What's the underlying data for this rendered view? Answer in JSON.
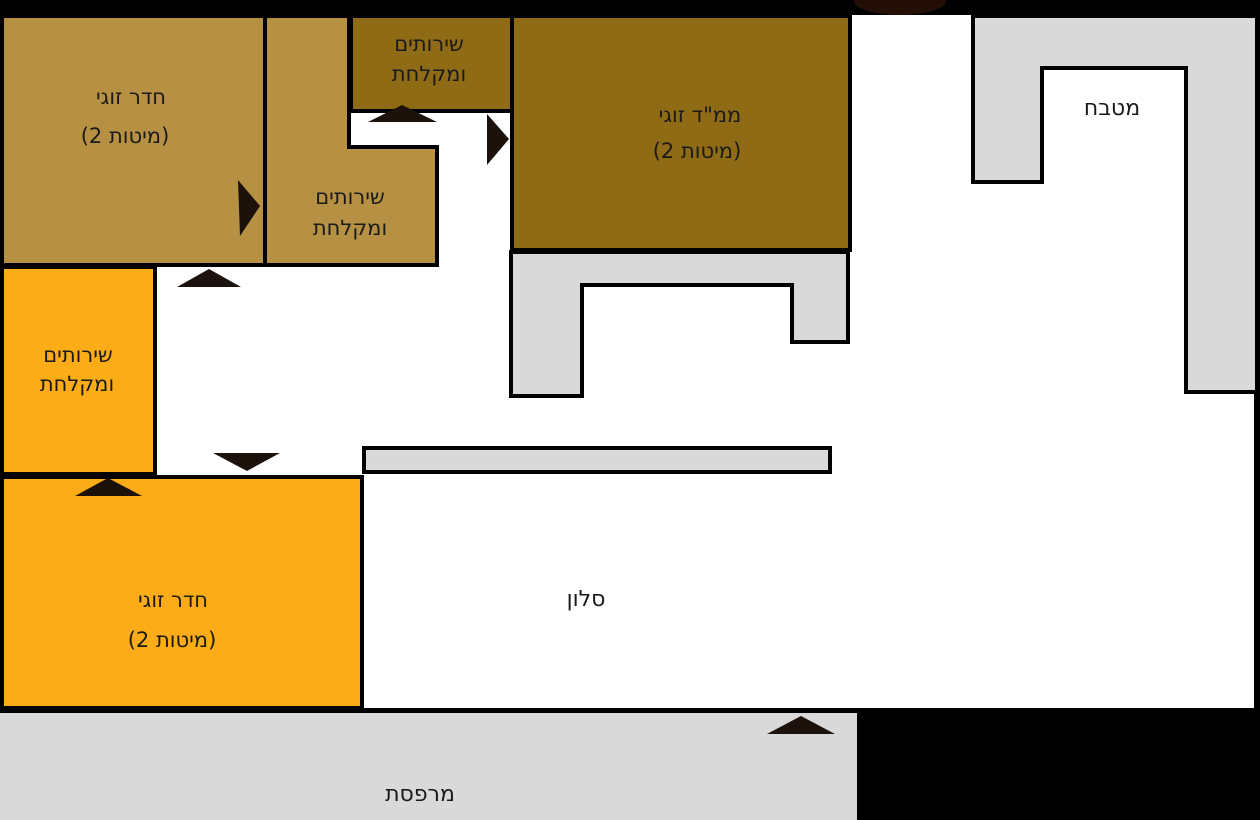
{
  "title": "apartment floor plan",
  "colors": {
    "wall": "#000000",
    "door": "#1d120b",
    "tan": "#b69144",
    "brown": "#8f6b16",
    "orange": "#fcac16",
    "gray": "#d9d9d9",
    "floor": "#ffffff",
    "label": "#1a1a1a"
  },
  "rooms": {
    "bedroom_top": {
      "line1": "חדר זוגי",
      "line2": "(2 מיטות)"
    },
    "shower_middle": {
      "line1": "שירותים",
      "line2": "ומקלחת"
    },
    "shower_top": {
      "line1": "שירותים",
      "line2": "ומקלחת"
    },
    "mamad": {
      "line1": "ממ\"ד זוגי",
      "line2": "(2 מיטות)"
    },
    "kitchen": {
      "label": "מטבח"
    },
    "shower_left": {
      "line1": "שירותים",
      "line2": "ומקלחת"
    },
    "bedroom_bottom": {
      "line1": "חדר זוגי",
      "line2": "(2 מיטות)"
    },
    "salon": {
      "label": "סלון"
    },
    "balcony": {
      "label": "מרפסת"
    }
  },
  "door_count": "7"
}
